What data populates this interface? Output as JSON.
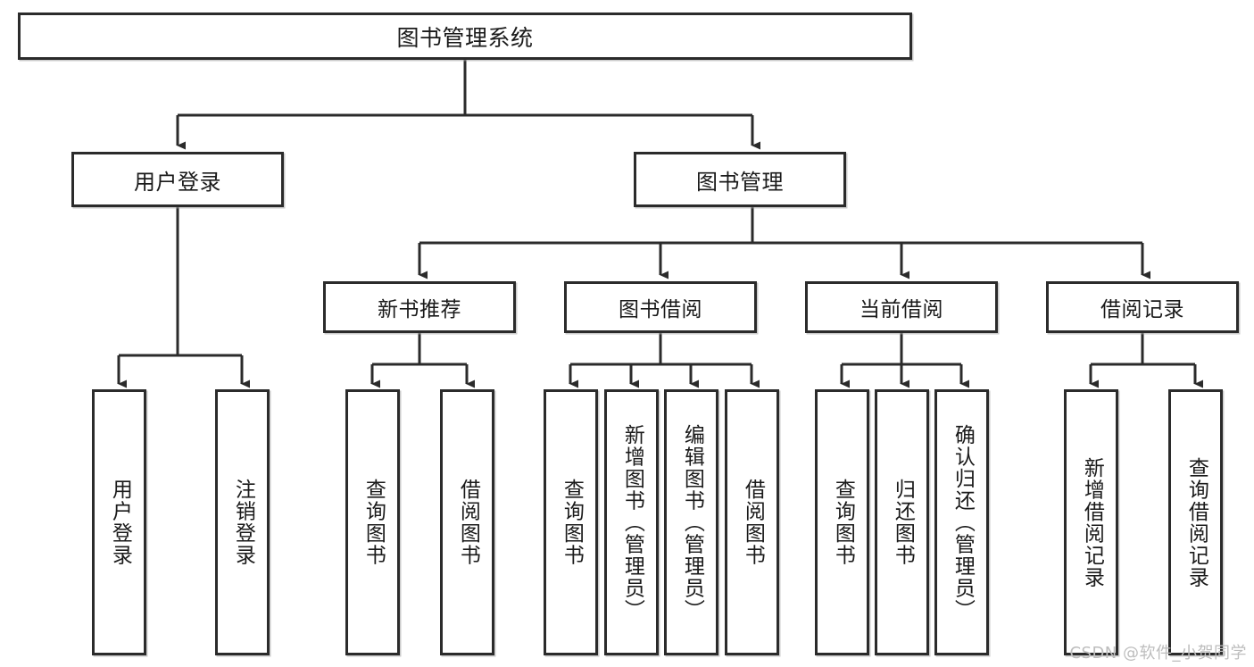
{
  "diagram": {
    "type": "tree-hierarchy",
    "title": "图书管理系统",
    "watermark": "CSDN @软件_小贺同学",
    "colors": {
      "box_border": "#2b2b2b",
      "box_fill": "#ffffff",
      "edge": "#2b2b2b",
      "text": "#1a1a1a",
      "watermark": "#bdbdbd"
    },
    "root": {
      "label": "图书管理系统"
    },
    "level2": [
      {
        "label": "用户登录"
      },
      {
        "label": "图书管理"
      }
    ],
    "level3": [
      {
        "label": "新书推荐"
      },
      {
        "label": "图书借阅"
      },
      {
        "label": "当前借阅"
      },
      {
        "label": "借阅记录"
      }
    ],
    "leaves": {
      "user_login": [
        {
          "label": "用户登录"
        },
        {
          "label": "注销登录"
        }
      ],
      "new_book_recommend": [
        {
          "label": "查询图书"
        },
        {
          "label": "借阅图书"
        }
      ],
      "book_borrow": [
        {
          "label": "查询图书"
        },
        {
          "label": "新增图书（管理员）"
        },
        {
          "label": "编辑图书（管理员）"
        },
        {
          "label": "借阅图书"
        }
      ],
      "current_borrow": [
        {
          "label": "查询图书"
        },
        {
          "label": "归还图书"
        },
        {
          "label": "确认归还（管理员）"
        }
      ],
      "borrow_record": [
        {
          "label": "新增借阅记录"
        },
        {
          "label": "查询借阅记录"
        }
      ]
    }
  }
}
